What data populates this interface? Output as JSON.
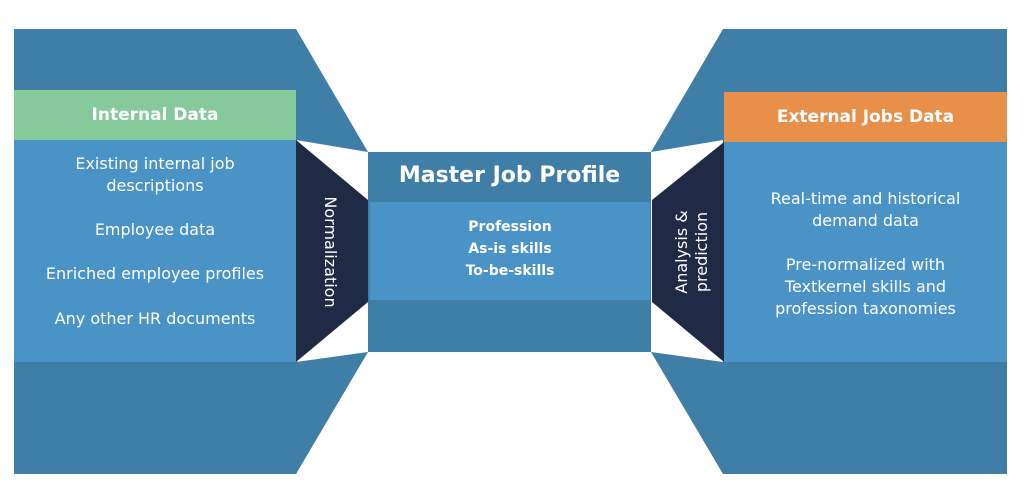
{
  "colors": {
    "dark_blue": "#3e7ea7",
    "mid_blue": "#4a93c7",
    "navy": "#1f2a44",
    "green": "#86c99b",
    "orange": "#e88f4a"
  },
  "left": {
    "header": "Internal Data",
    "items": [
      "Existing internal job descriptions",
      "Employee data",
      "Enriched employee profiles",
      "Any other HR documents"
    ]
  },
  "left_connector": {
    "label": "Normalization"
  },
  "center": {
    "title": "Master Job Profile",
    "lines": [
      "Profession",
      "As-is skills",
      "To-be-skills"
    ]
  },
  "right_connector": {
    "label_line1": "Analysis &",
    "label_line2": "prediction"
  },
  "right": {
    "header": "External Jobs Data",
    "items": [
      "Real-time and historical demand data",
      "Pre-normalized with Textkernel skills and profession taxonomies"
    ]
  }
}
